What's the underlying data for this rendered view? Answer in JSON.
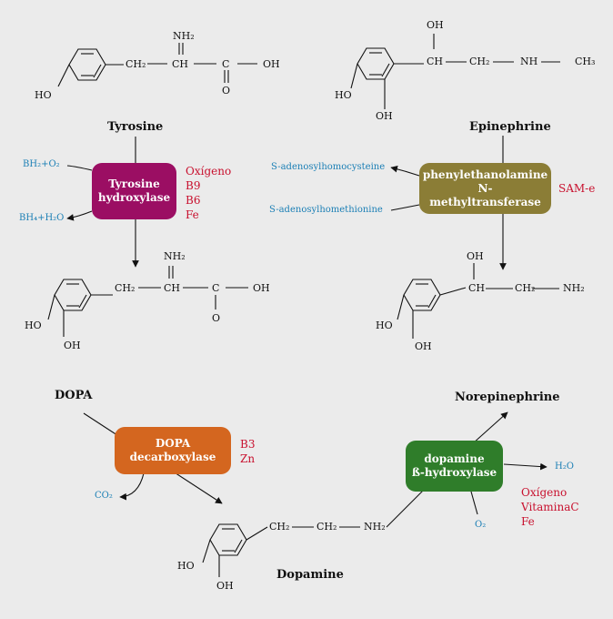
{
  "colors": {
    "tyrosine_hydroxylase": "#9b0e63",
    "pnmt": "#8b7d36",
    "dopa_decarboxylase": "#d4661f",
    "dbh": "#2f7d2a",
    "cofactor_red": "#c8102e",
    "side_blue": "#1b7fb5"
  },
  "molecules": {
    "tyrosine": "Tyrosine",
    "epinephrine": "Epinephrine",
    "dopa": "DOPA",
    "norepinephrine": "Norepinephrine",
    "dopamine": "Dopamine"
  },
  "atoms": {
    "nh2": "NH₂",
    "ch2": "CH₂",
    "ch": "CH",
    "c": "C",
    "oh": "OH",
    "ho": "HO",
    "o": "O",
    "nh": "NH",
    "ch3": "CH₃",
    "double_bond": "="
  },
  "enzymes": {
    "tyrosine_hydroxylase": [
      "Tyrosine",
      "hydroxylase"
    ],
    "pnmt": [
      "phenylethanolamine",
      "N-methyltransferase"
    ],
    "dopa_decarboxylase": [
      "DOPA",
      "decarboxylase"
    ],
    "dbh": [
      "dopamine",
      "ß-hydroxylase"
    ]
  },
  "cofactors": {
    "tyrosine_hydroxylase": [
      "Oxígeno",
      "B9",
      "B6",
      "Fe"
    ],
    "pnmt": [
      "SAM-e"
    ],
    "dopa_decarboxylase": [
      "B3",
      "Zn"
    ],
    "dbh": [
      "Oxígeno",
      "VitaminaC",
      "Fe"
    ]
  },
  "side_products": {
    "th_in": "BH₂+O₂",
    "th_out": "BH₄+H₂O",
    "pnmt_out": "S-adenosylhomocysteine",
    "pnmt_in": "S-adenosylhomethionine",
    "ddc_out": "CO₂",
    "dbh_out": "H₂O",
    "dbh_in": "O₂"
  }
}
